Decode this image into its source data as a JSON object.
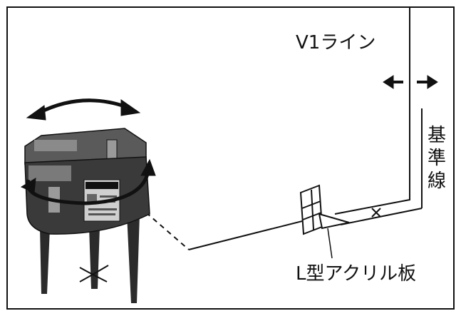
{
  "labels": {
    "v1_line": "V1ライン",
    "reference_line": [
      "基",
      "準",
      "線"
    ],
    "acrylic_plate": "L型アクリル板"
  },
  "colors": {
    "ink": "#111111",
    "body_dark": "#2b2b2b",
    "body_mid": "#5a5a5a",
    "paper": "#ffffff"
  },
  "icons": {
    "rotate_horizontal": "curved-double-arrow-icon",
    "rotate_around": "circular-arrow-icon",
    "shift": "left-right-arrows-icon",
    "floor_mark": "x-mark-icon"
  }
}
